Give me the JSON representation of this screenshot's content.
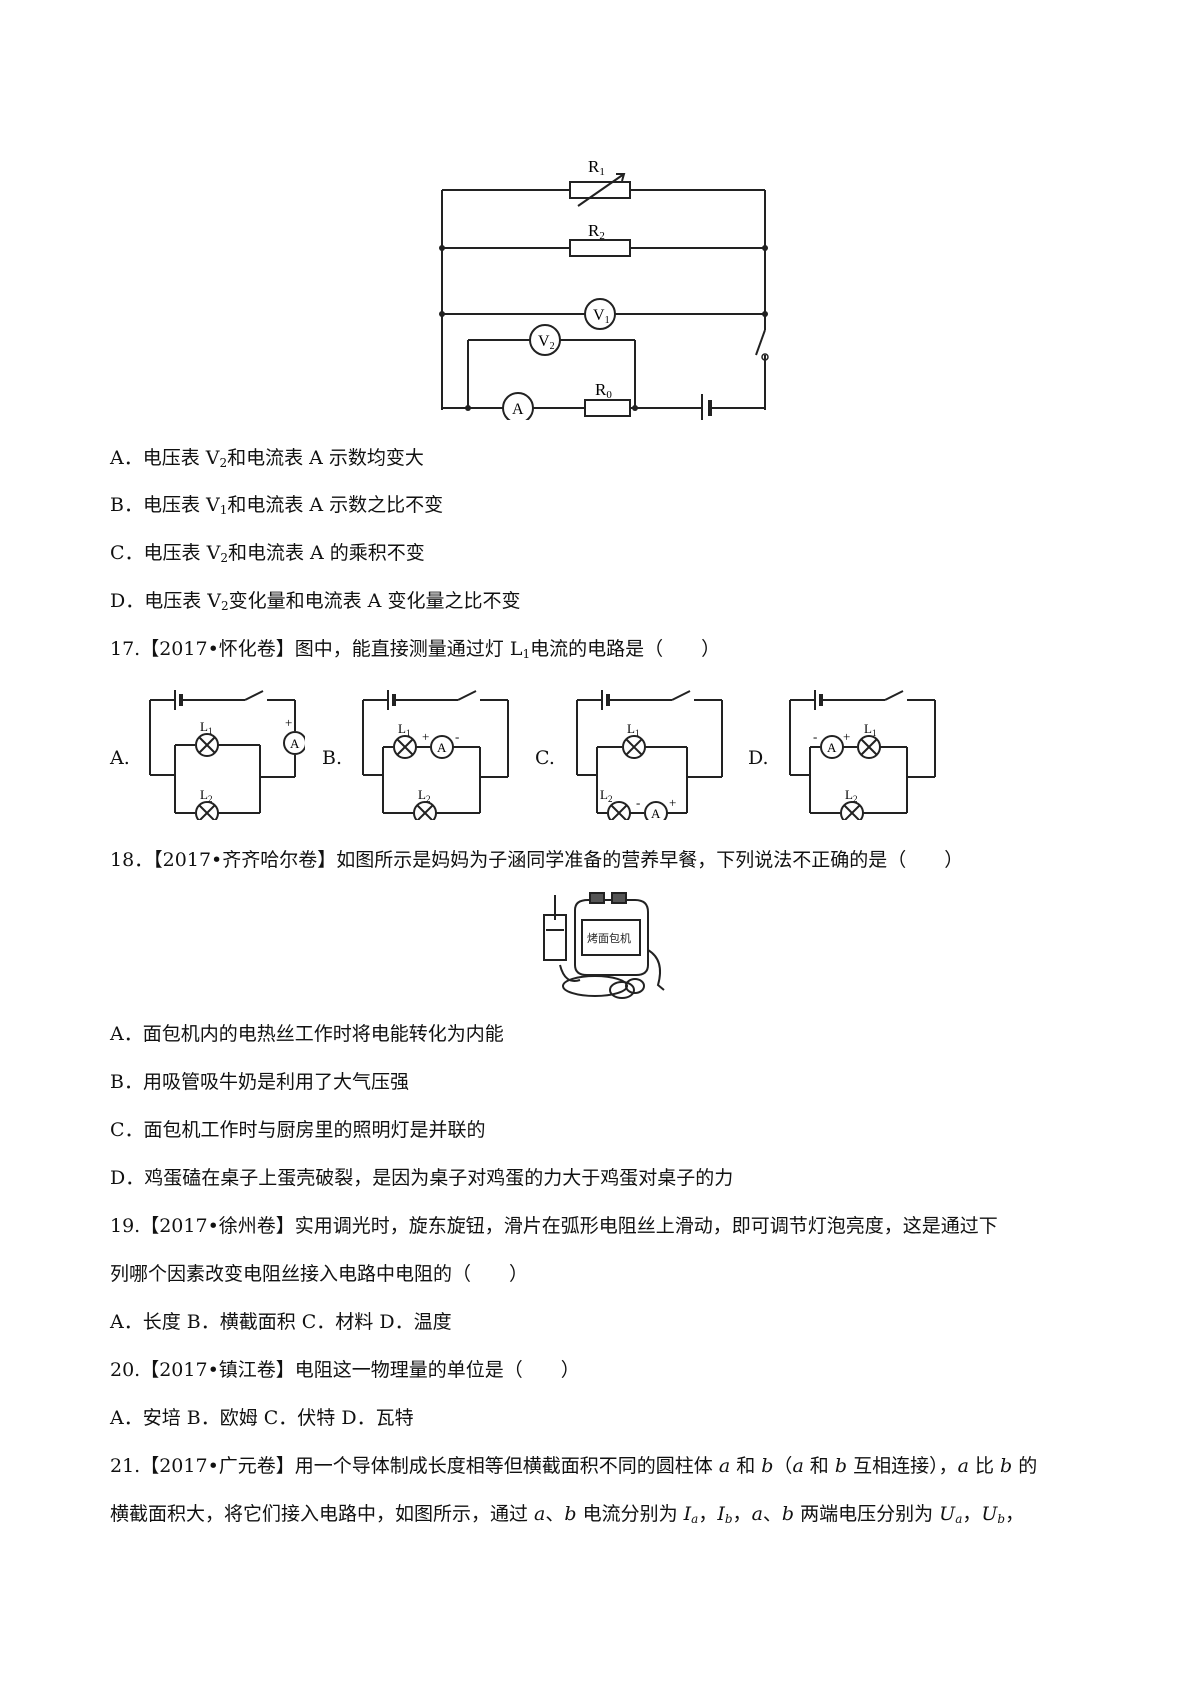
{
  "fig_main": {
    "labels": {
      "r1": "R",
      "r1_sub": "1",
      "r2": "R",
      "r2_sub": "2",
      "v1": "V",
      "v1_sub": "1",
      "v2": "V",
      "v2_sub": "2",
      "ammeter": "A",
      "r0": "R",
      "r0_sub": "0"
    }
  },
  "q16": {
    "options": [
      {
        "pre": "A．电压表 V",
        "sub": "2",
        "post": "和电流表 A 示数均变大"
      },
      {
        "pre": "B．电压表 V",
        "sub": "1",
        "post": "和电流表 A 示数之比不变"
      },
      {
        "pre": "C．电压表 V",
        "sub": "2",
        "post": "和电流表 A 的乘积不变"
      },
      {
        "pre": "D．电压表 V",
        "sub": "2",
        "post": "变化量和电流表 A 变化量之比不变"
      }
    ]
  },
  "q17": {
    "stem_pre": "17.【2017•怀化卷】图中，能直接测量通过灯 L",
    "stem_sub": "1",
    "stem_post": "电流的电路是（　　）",
    "option_labels": [
      "A.",
      "B.",
      "C.",
      "D."
    ],
    "circuit_labels": {
      "l1": "L",
      "l2": "L",
      "sub1": "1",
      "sub2": "2",
      "ammeter": "A",
      "plus": "+",
      "minus": "-"
    }
  },
  "q18": {
    "stem": "18．【2017•齐齐哈尔卷】如图所示是妈妈为子涵同学准备的营养早餐，下列说法不正确的是（　　）",
    "options": [
      "A．面包机内的电热丝工作时将电能转化为内能",
      "B．用吸管吸牛奶是利用了大气压强",
      "C．面包机工作时与厨房里的照明灯是并联的",
      "D．鸡蛋磕在桌子上蛋壳破裂，是因为桌子对鸡蛋的力大于鸡蛋对桌子的力"
    ]
  },
  "q19": {
    "stem_line1": "19.【2017•徐州卷】实用调光时，旋东旋钮，滑片在弧形电阻丝上滑动，即可调节灯泡亮度，这是通过下",
    "stem_line2": "列哪个因素改变电阻丝接入电路中电阻的（　　）",
    "options": "A．长度 B．横截面积 C．材料 D．温度"
  },
  "q20": {
    "stem": "20.【2017•镇江卷】电阻这一物理量的单位是（　　）",
    "options": "A．安培 B．欧姆 C．伏特 D．瓦特"
  },
  "q21": {
    "line1_a": "21.【2017•广元卷】用一个导体制成长度相等但横截面积不同的圆柱体 ",
    "a": "a",
    "line1_b": " 和 ",
    "b": "b",
    "line1_c": "（",
    "line1_d": " 和 ",
    "line1_e": " 互相连接），",
    "line1_f": " 比 ",
    "line1_g": " 的",
    "line2_a": "横截面积大，将它们接入电路中，如图所示，通过 ",
    "line2_b": "、",
    "line2_c": " 电流分别为 ",
    "I": "I",
    "comma": "，",
    "line2_d": "，",
    "line2_e": "、",
    "line2_f": " 两端电压分别为 ",
    "U": "U",
    "end": "，"
  }
}
